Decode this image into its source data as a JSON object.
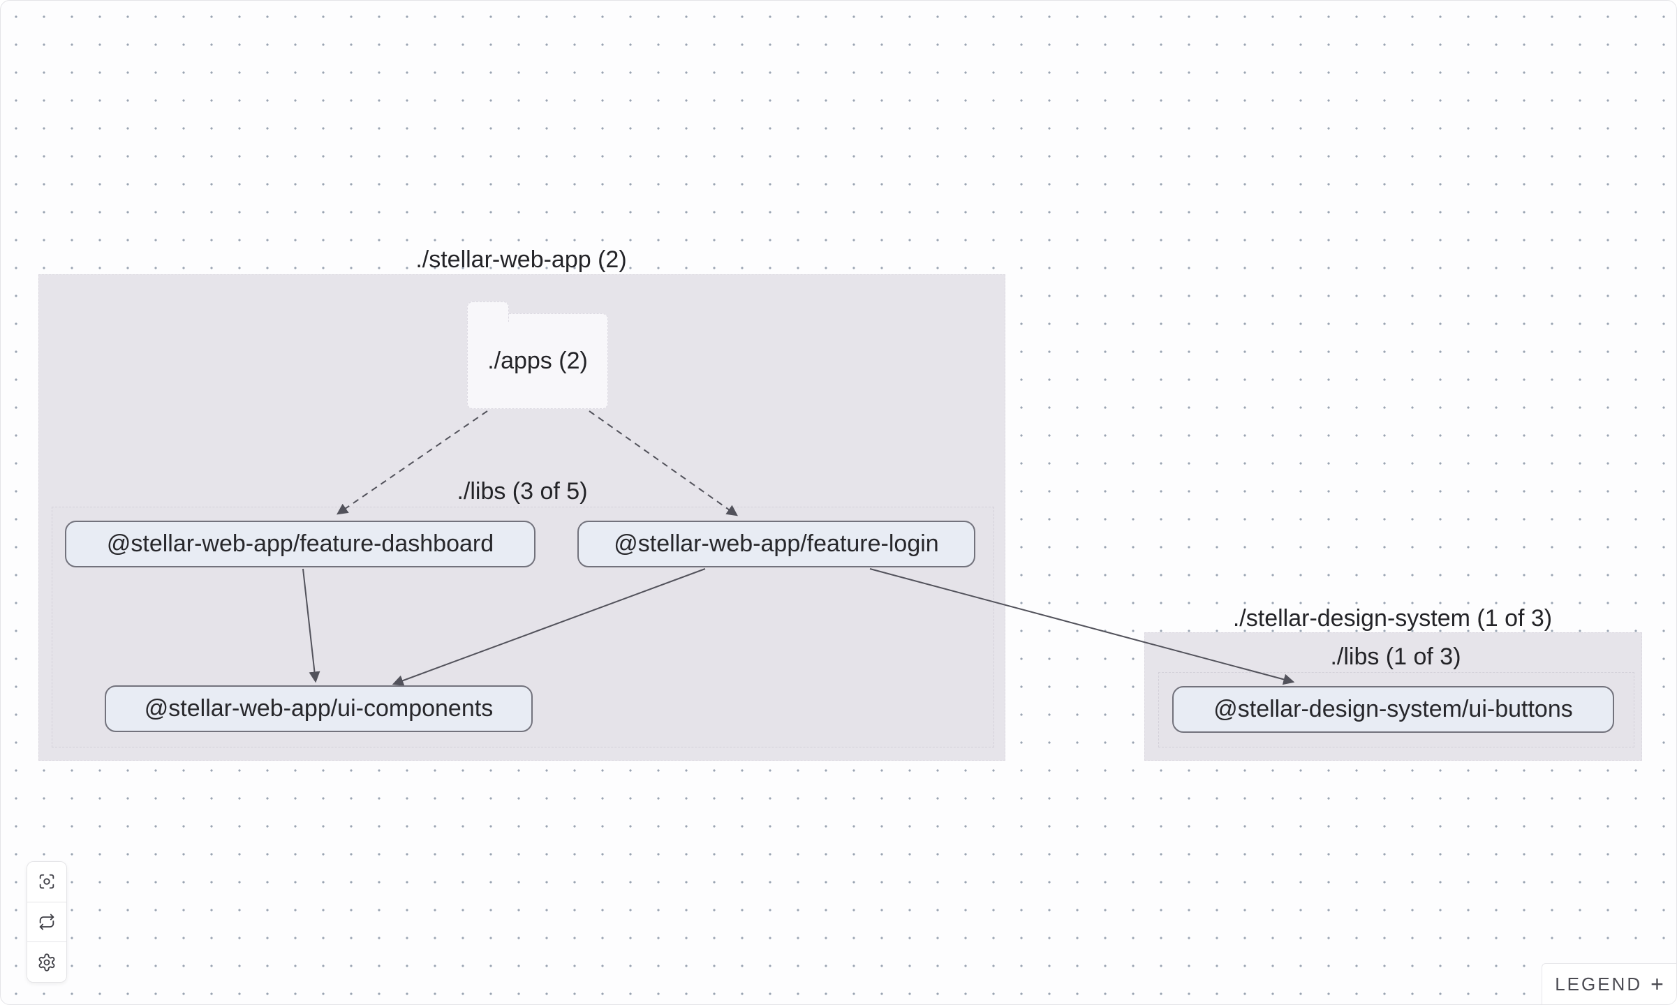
{
  "legend": {
    "label": "LEGEND",
    "expand_symbol": "+"
  },
  "controls": {
    "focus_title": "Focus graph",
    "reset_title": "Re-layout graph",
    "settings_title": "Settings"
  },
  "graph": {
    "groups": {
      "web_app": {
        "title": "./stellar-web-app (2)",
        "apps_folder_label": "./apps (2)",
        "libs_label": "./libs (3 of 5)"
      },
      "design_system": {
        "title": "./stellar-design-system (1 of 3)",
        "libs_label": "./libs (1 of 3)"
      }
    },
    "nodes": {
      "feature_dashboard": {
        "label": "@stellar-web-app/feature-dashboard"
      },
      "feature_login": {
        "label": "@stellar-web-app/feature-login"
      },
      "ui_components": {
        "label": "@stellar-web-app/ui-components"
      },
      "ui_buttons": {
        "label": "@stellar-design-system/ui-buttons"
      }
    },
    "edges": [
      {
        "from": "./apps",
        "to": "@stellar-web-app/feature-dashboard",
        "style": "dashed"
      },
      {
        "from": "./apps",
        "to": "@stellar-web-app/feature-login",
        "style": "dashed"
      },
      {
        "from": "@stellar-web-app/feature-dashboard",
        "to": "@stellar-web-app/ui-components",
        "style": "solid"
      },
      {
        "from": "@stellar-web-app/feature-login",
        "to": "@stellar-web-app/ui-components",
        "style": "solid"
      },
      {
        "from": "@stellar-web-app/feature-login",
        "to": "@stellar-design-system/ui-buttons",
        "style": "solid"
      }
    ],
    "colors": {
      "group_fill": "#e6e4ea",
      "node_fill": "#e8ecf4",
      "node_border": "#72727c",
      "edge": "#52525b",
      "dot": "#9aa4b2"
    }
  }
}
